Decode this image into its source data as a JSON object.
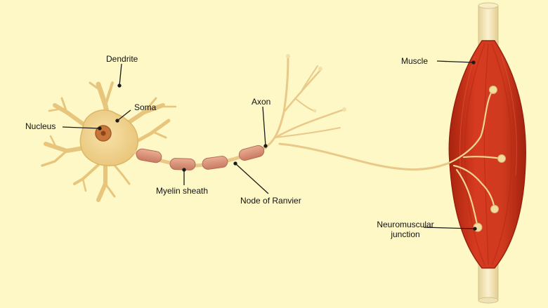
{
  "labels": {
    "dendrite": "Dendrite",
    "soma": "Soma",
    "nucleus": "Nucleus",
    "axon": "Axon",
    "myelin_sheath": "Myelin sheath",
    "node_of_ranvier": "Node of Ranvier",
    "muscle": "Muscle",
    "nmj_line1": "Neuromuscular",
    "nmj_line2": "junction"
  },
  "colors": {
    "background": "#fdf8c5",
    "neuron_fill": "#f1d592",
    "neuron_stroke": "#d7b56a",
    "nucleus": "#c7763a",
    "myelin": "#d9967c",
    "muscle": "#c8321c",
    "tendon": "#f4e7b8",
    "pointer": "#1a1a1a"
  }
}
